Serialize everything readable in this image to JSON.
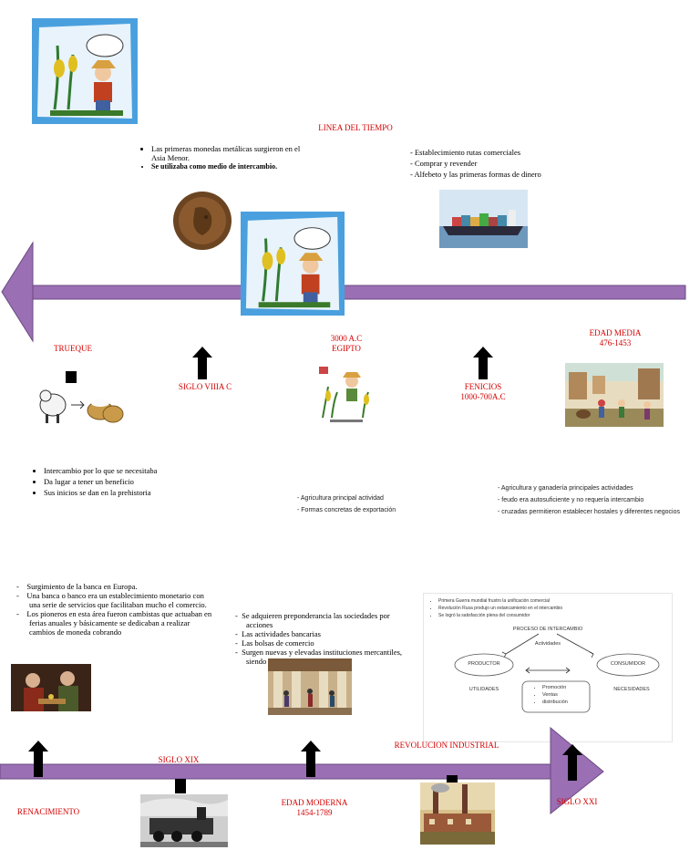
{
  "title": "LINEA DEL TIEMPO",
  "colors": {
    "timeline": "#9b6fb4",
    "label": "#d40000"
  },
  "top_block": {
    "bullets": [
      "Las primeras monedas metálicas surgieron en el Asia Menor.",
      "Se utilizaba como medio de intercambio."
    ]
  },
  "commerce_block": {
    "lines": [
      "- Establecimiento rutas comerciales",
      "-  Comprar y revender",
      "- Alfebeto y las primeras formas de dinero"
    ]
  },
  "labels": {
    "trueque": "TRUEQUE",
    "siglo_viii": "SIGLO VIIIA C",
    "egipto_1": "3000 A.C",
    "egipto_2": "EGIPTO",
    "fenicios_1": "FENICIOS",
    "fenicios_2": "1000-700A.C",
    "edad_media_1": "EDAD MEDIA",
    "edad_media_2": "476-1453",
    "siglo_xix": "SIGLO XIX",
    "revolucion": "REVOLUCION  INDUSTRIAL",
    "renacimiento": "RENACIMIENTO",
    "edad_moderna_1": "EDAD MODERNA",
    "edad_moderna_2": "1454-1789",
    "siglo_xxi": "SIGLO XXI"
  },
  "trueque_bullets": [
    "Intercambio por lo que se necesitaba",
    "Da lugar a tener un beneficio",
    "Sus inicios se dan en la prehistoria"
  ],
  "egipto_lines": [
    "-     Agricultura principal actividad",
    "-     Formas concretas de exportación"
  ],
  "edad_media_lines": [
    "- Agricultura y ganadería principales actividades",
    "- feudo era autosuficiente y no requería intercambio",
    "- cruzadas permitieron establecer hostales y diferentes negocios"
  ],
  "renacimiento_lines": [
    "Surgimiento de la banca en Europa.",
    "Una banca o banco era un establecimiento monetario con una serie de servicios que facilitaban mucho el comercio.",
    "Los pioneros en esta área fueron cambistas que actuaban en ferias anuales y básicamente se dedicaban a realizar cambios de moneda cobrando"
  ],
  "edad_moderna_lines": [
    "Se adquieren preponderancia las sociedades por acciones",
    "Las actividades bancarias",
    "Las bolsas de comercio",
    "Surgen nuevas y elevadas instituciones mercantiles, siendo las nuevas modalidades de"
  ],
  "siglo_xxi_box": {
    "bullets": [
      "Primera Guerra mundial frustro la unificación comercial",
      "Revolución Rusa produjo un estancamiento en el intercambio",
      "Se logró la satisfacción plena del consumidor"
    ],
    "diagram_title": "PROCESO DE INTERCAMBIO",
    "actividades": "Actividades",
    "productor": "PRODUCTOR",
    "consumidor": "CONSUMIDOR",
    "utilidades": "UTILIDADES",
    "necesidades": "NECESIDADES",
    "items": [
      "Promoción",
      "Ventas",
      "distribución"
    ]
  }
}
